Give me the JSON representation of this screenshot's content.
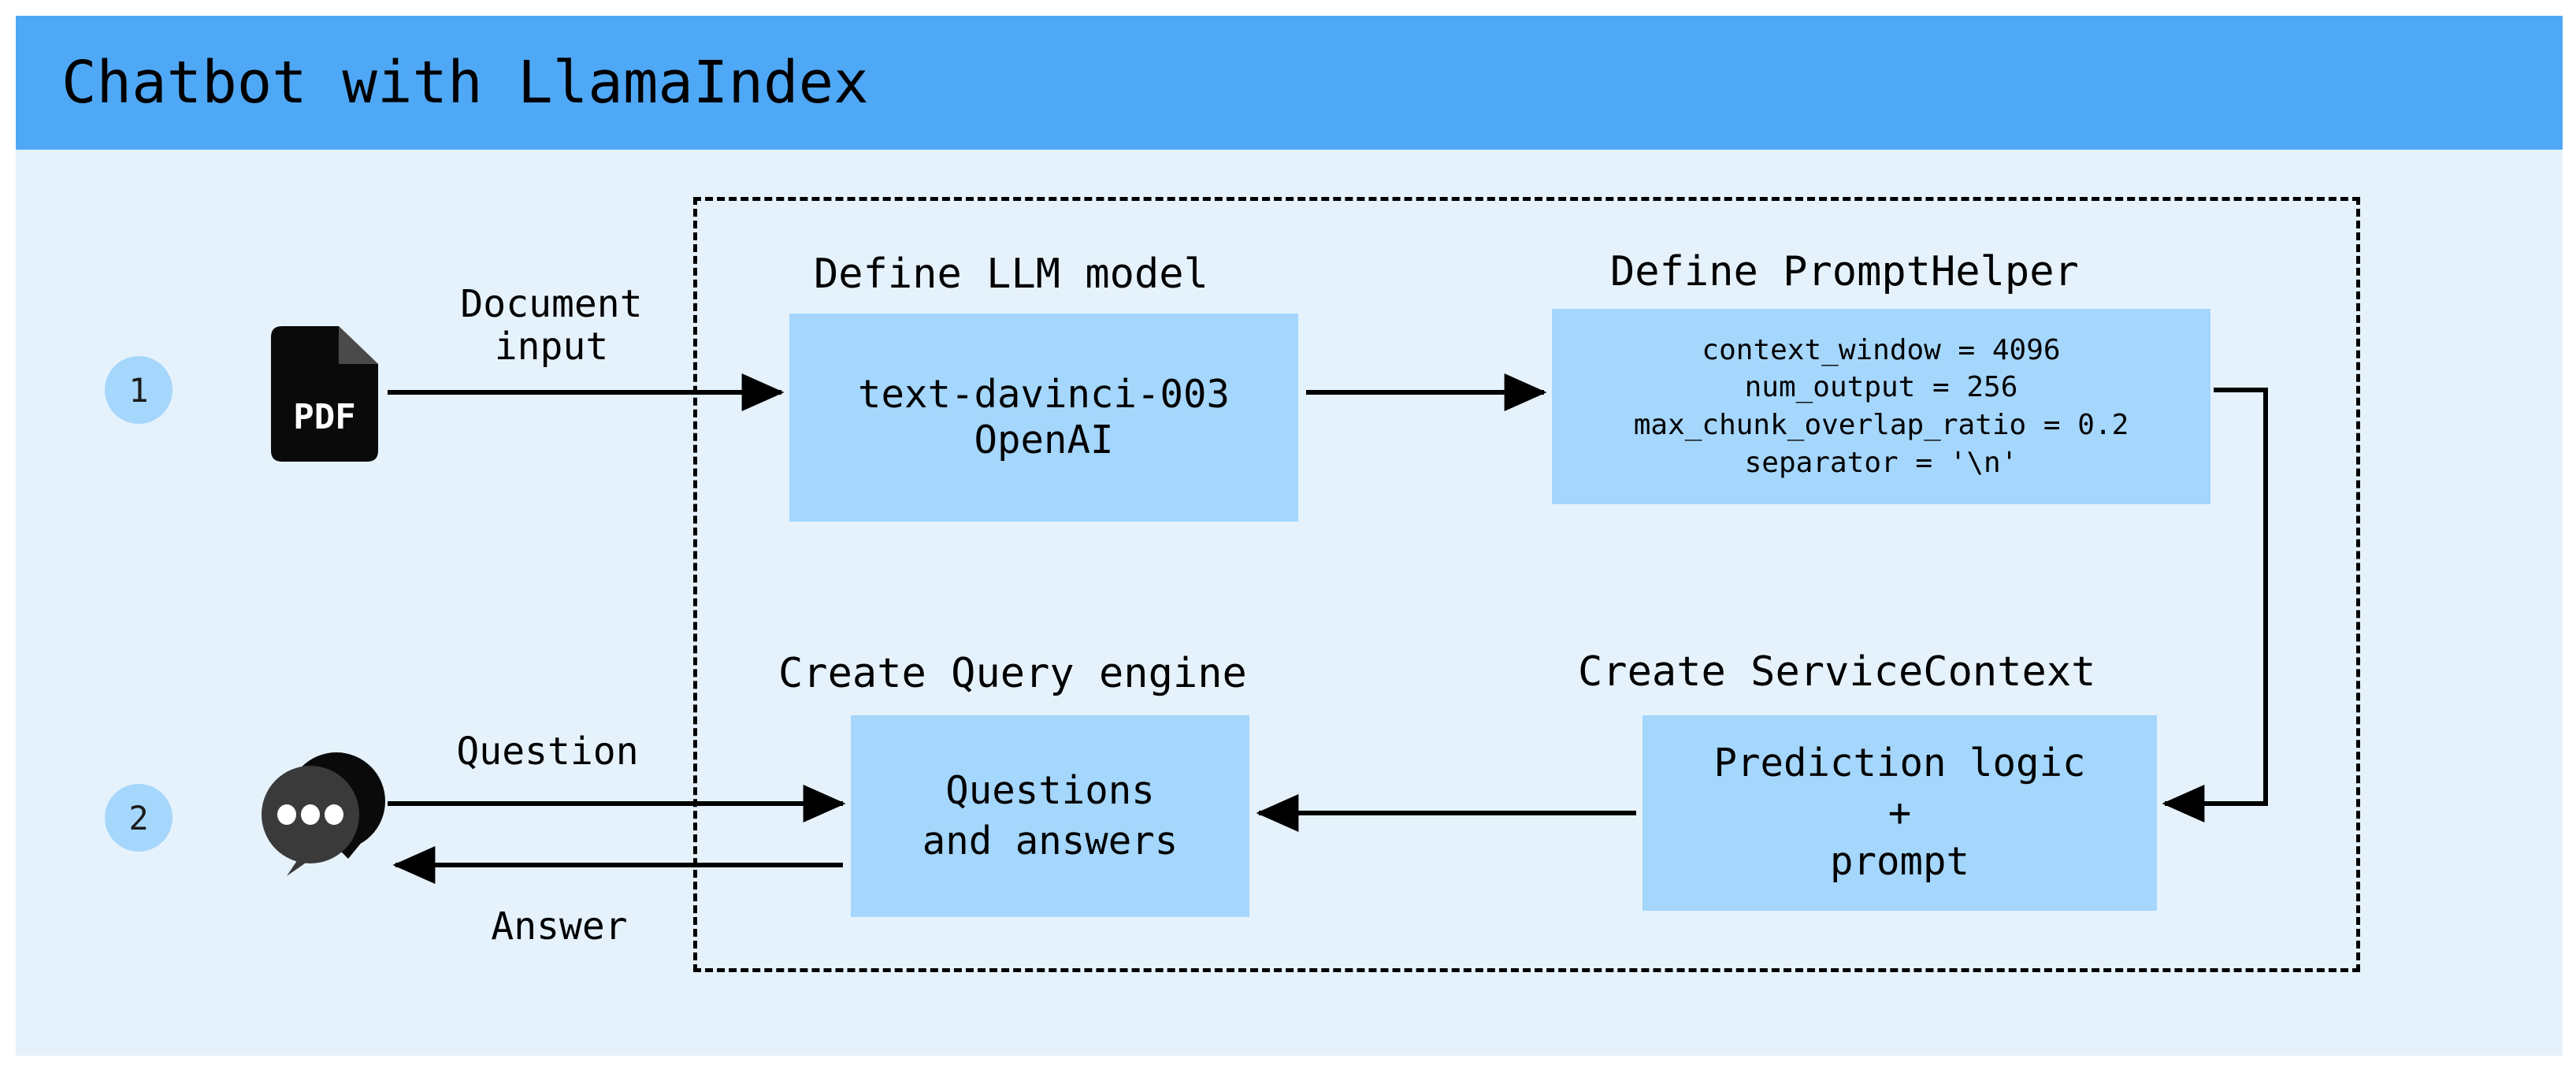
{
  "header": {
    "title": "Chatbot with LlamaIndex",
    "bar_color": "#4fa8f5"
  },
  "canvas": {
    "background_color": "#e5f2fc",
    "box_fill_color": "#a5d6fc",
    "stroke_color": "#000000"
  },
  "steps": [
    {
      "number": "1",
      "icon": "pdf-file-icon"
    },
    {
      "number": "2",
      "icon": "chat-bubbles-icon"
    }
  ],
  "edge_labels": {
    "document_input": "Document\ninput",
    "question": "Question",
    "answer": "Answer"
  },
  "captions": {
    "define_llm": "Define LLM model",
    "define_prompt_helper": "Define PromptHelper",
    "create_query_engine": "Create Query engine",
    "create_service_context": "Create ServiceContext"
  },
  "boxes": {
    "llm_model": {
      "line1": "text-davinci-003",
      "line2": "OpenAI"
    },
    "prompt_helper": {
      "line1": "context_window = 4096",
      "line2": "num_output = 256",
      "line3": "max_chunk_overlap_ratio = 0.2",
      "line4": "separator = '\\n'"
    },
    "query_engine": {
      "line1": "Questions",
      "line2": "and answers"
    },
    "service_context": {
      "line1": "Prediction logic",
      "line2": "+",
      "line3": "prompt"
    }
  },
  "pdf_icon_label": "PDF"
}
